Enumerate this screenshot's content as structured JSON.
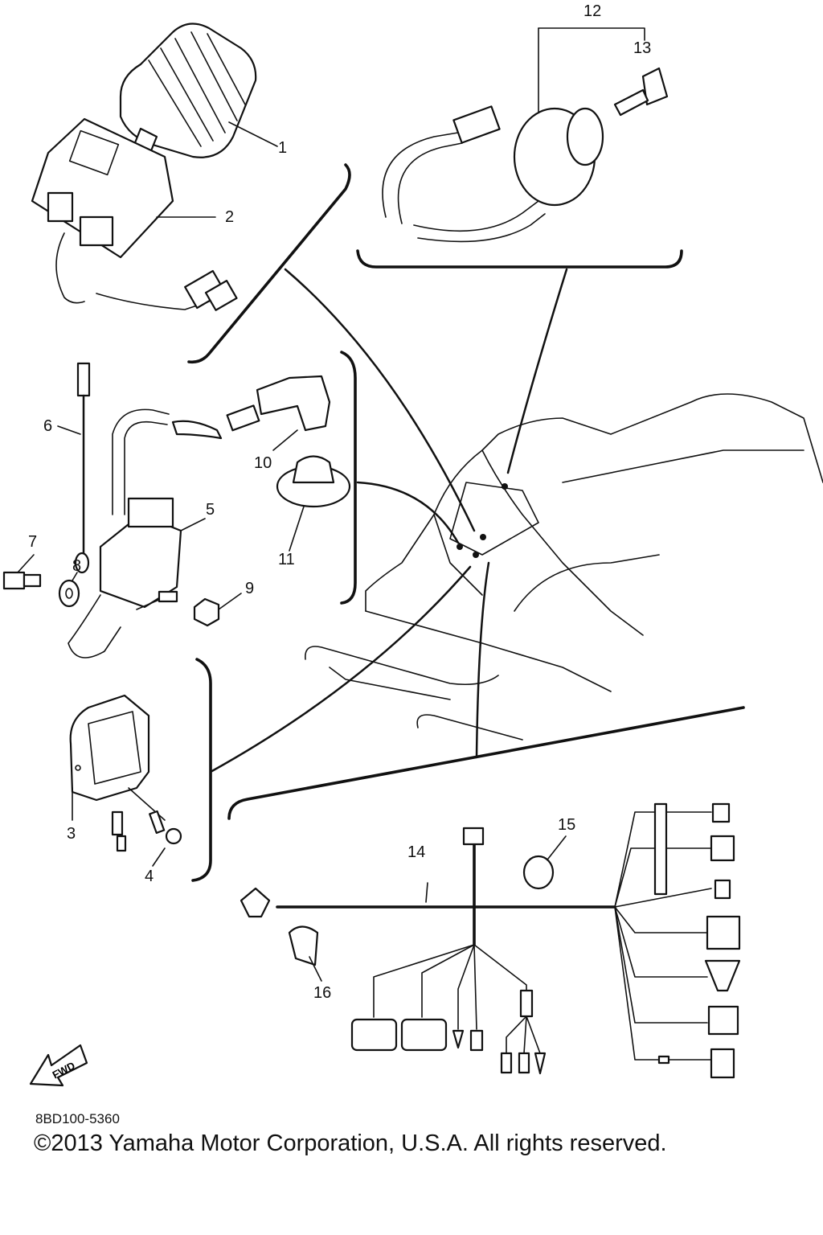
{
  "callouts": {
    "c1": "1",
    "c2": "2",
    "c3": "3",
    "c4": "4",
    "c5": "5",
    "c6": "6",
    "c7": "7",
    "c8": "8",
    "c9": "9",
    "c10": "10",
    "c11": "11",
    "c12": "12",
    "c13": "13",
    "c14": "14",
    "c15": "15",
    "c16": "16"
  },
  "fwd_label": "FWD",
  "part_code": "8BD100-5360",
  "copyright": "©2013 Yamaha Motor Corporation, U.S.A. All rights reserved."
}
